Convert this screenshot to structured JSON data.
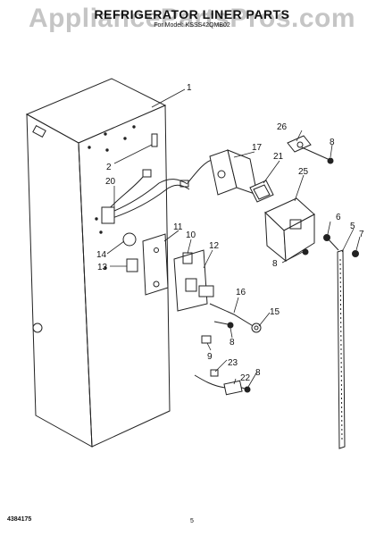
{
  "header": {
    "title": "REFRIGERATOR LINER PARTS",
    "subtitle": "For Model: KSSS42QMB02",
    "watermark": "AppliancePartsPros.com"
  },
  "callouts": {
    "c1": "1",
    "c2": "2",
    "c5": "5",
    "c6": "6",
    "c7": "7",
    "c8a": "8",
    "c8b": "8",
    "c8c": "8",
    "c8d": "8",
    "c9": "9",
    "c10": "10",
    "c11": "11",
    "c12": "12",
    "c13": "13",
    "c14": "14",
    "c15": "15",
    "c16": "16",
    "c17": "17",
    "c20": "20",
    "c21": "21",
    "c22": "22",
    "c23": "23",
    "c25": "25",
    "c26": "26"
  },
  "footer": {
    "part_number": "4384175",
    "page_number": "5"
  }
}
